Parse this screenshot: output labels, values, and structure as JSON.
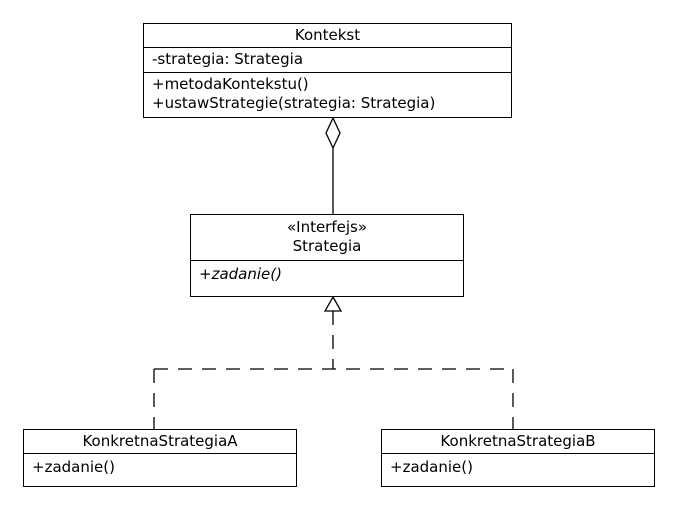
{
  "context": {
    "name": "Kontekst",
    "attributes": [
      "-strategia: Strategia"
    ],
    "methods": [
      "+metodaKontekstu()",
      "+ustawStrategie(strategia: Strategia)"
    ]
  },
  "interface": {
    "stereotype": "«Interfejs»",
    "name": "Strategia",
    "methods": [
      "+zadanie()"
    ]
  },
  "concreteA": {
    "name": "KonkretnaStrategiaA",
    "methods": [
      "+zadanie()"
    ]
  },
  "concreteB": {
    "name": "KonkretnaStrategiaB",
    "methods": [
      "+zadanie()"
    ]
  }
}
